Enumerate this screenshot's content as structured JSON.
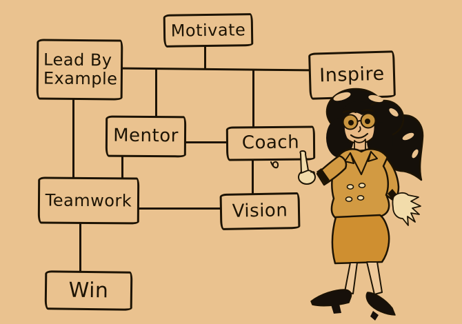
{
  "canvas": {
    "background_color": "#eac28f",
    "ink_color": "#1c1304"
  },
  "diagram": {
    "nodes": [
      {
        "id": "motivate",
        "label": "Motivate"
      },
      {
        "id": "lead-by-example",
        "label": "Lead By\nExample"
      },
      {
        "id": "inspire",
        "label": "Inspire"
      },
      {
        "id": "mentor",
        "label": "Mentor"
      },
      {
        "id": "coach",
        "label": "Coach"
      },
      {
        "id": "teamwork",
        "label": "Teamwork"
      },
      {
        "id": "vision",
        "label": "Vision"
      },
      {
        "id": "win",
        "label": "Win"
      }
    ],
    "edges": [
      {
        "from": "lead-by-example",
        "to": "inspire"
      },
      {
        "from": "motivate",
        "to": "lead-by-example"
      },
      {
        "from": "lead-by-example",
        "to": "mentor"
      },
      {
        "from": "lead-by-example",
        "to": "coach"
      },
      {
        "from": "mentor",
        "to": "coach"
      },
      {
        "from": "lead-by-example",
        "to": "teamwork"
      },
      {
        "from": "mentor",
        "to": "teamwork"
      },
      {
        "from": "coach",
        "to": "vision"
      },
      {
        "from": "teamwork",
        "to": "vision"
      },
      {
        "from": "teamwork",
        "to": "win"
      }
    ]
  },
  "character": {
    "name": "businesswoman-presenter",
    "colors": {
      "hair": "#15100a",
      "hair_highlight": "#eac28f",
      "face": "#e9ba85",
      "skin_light": "#f2dcab",
      "leg": "#eec99b",
      "jacket": "#d29a42",
      "skirt": "#cf8f30",
      "shirt": "#c8d497",
      "shoes": "#17100a",
      "lens": "#c9953f",
      "outline": "#1c1304"
    }
  }
}
